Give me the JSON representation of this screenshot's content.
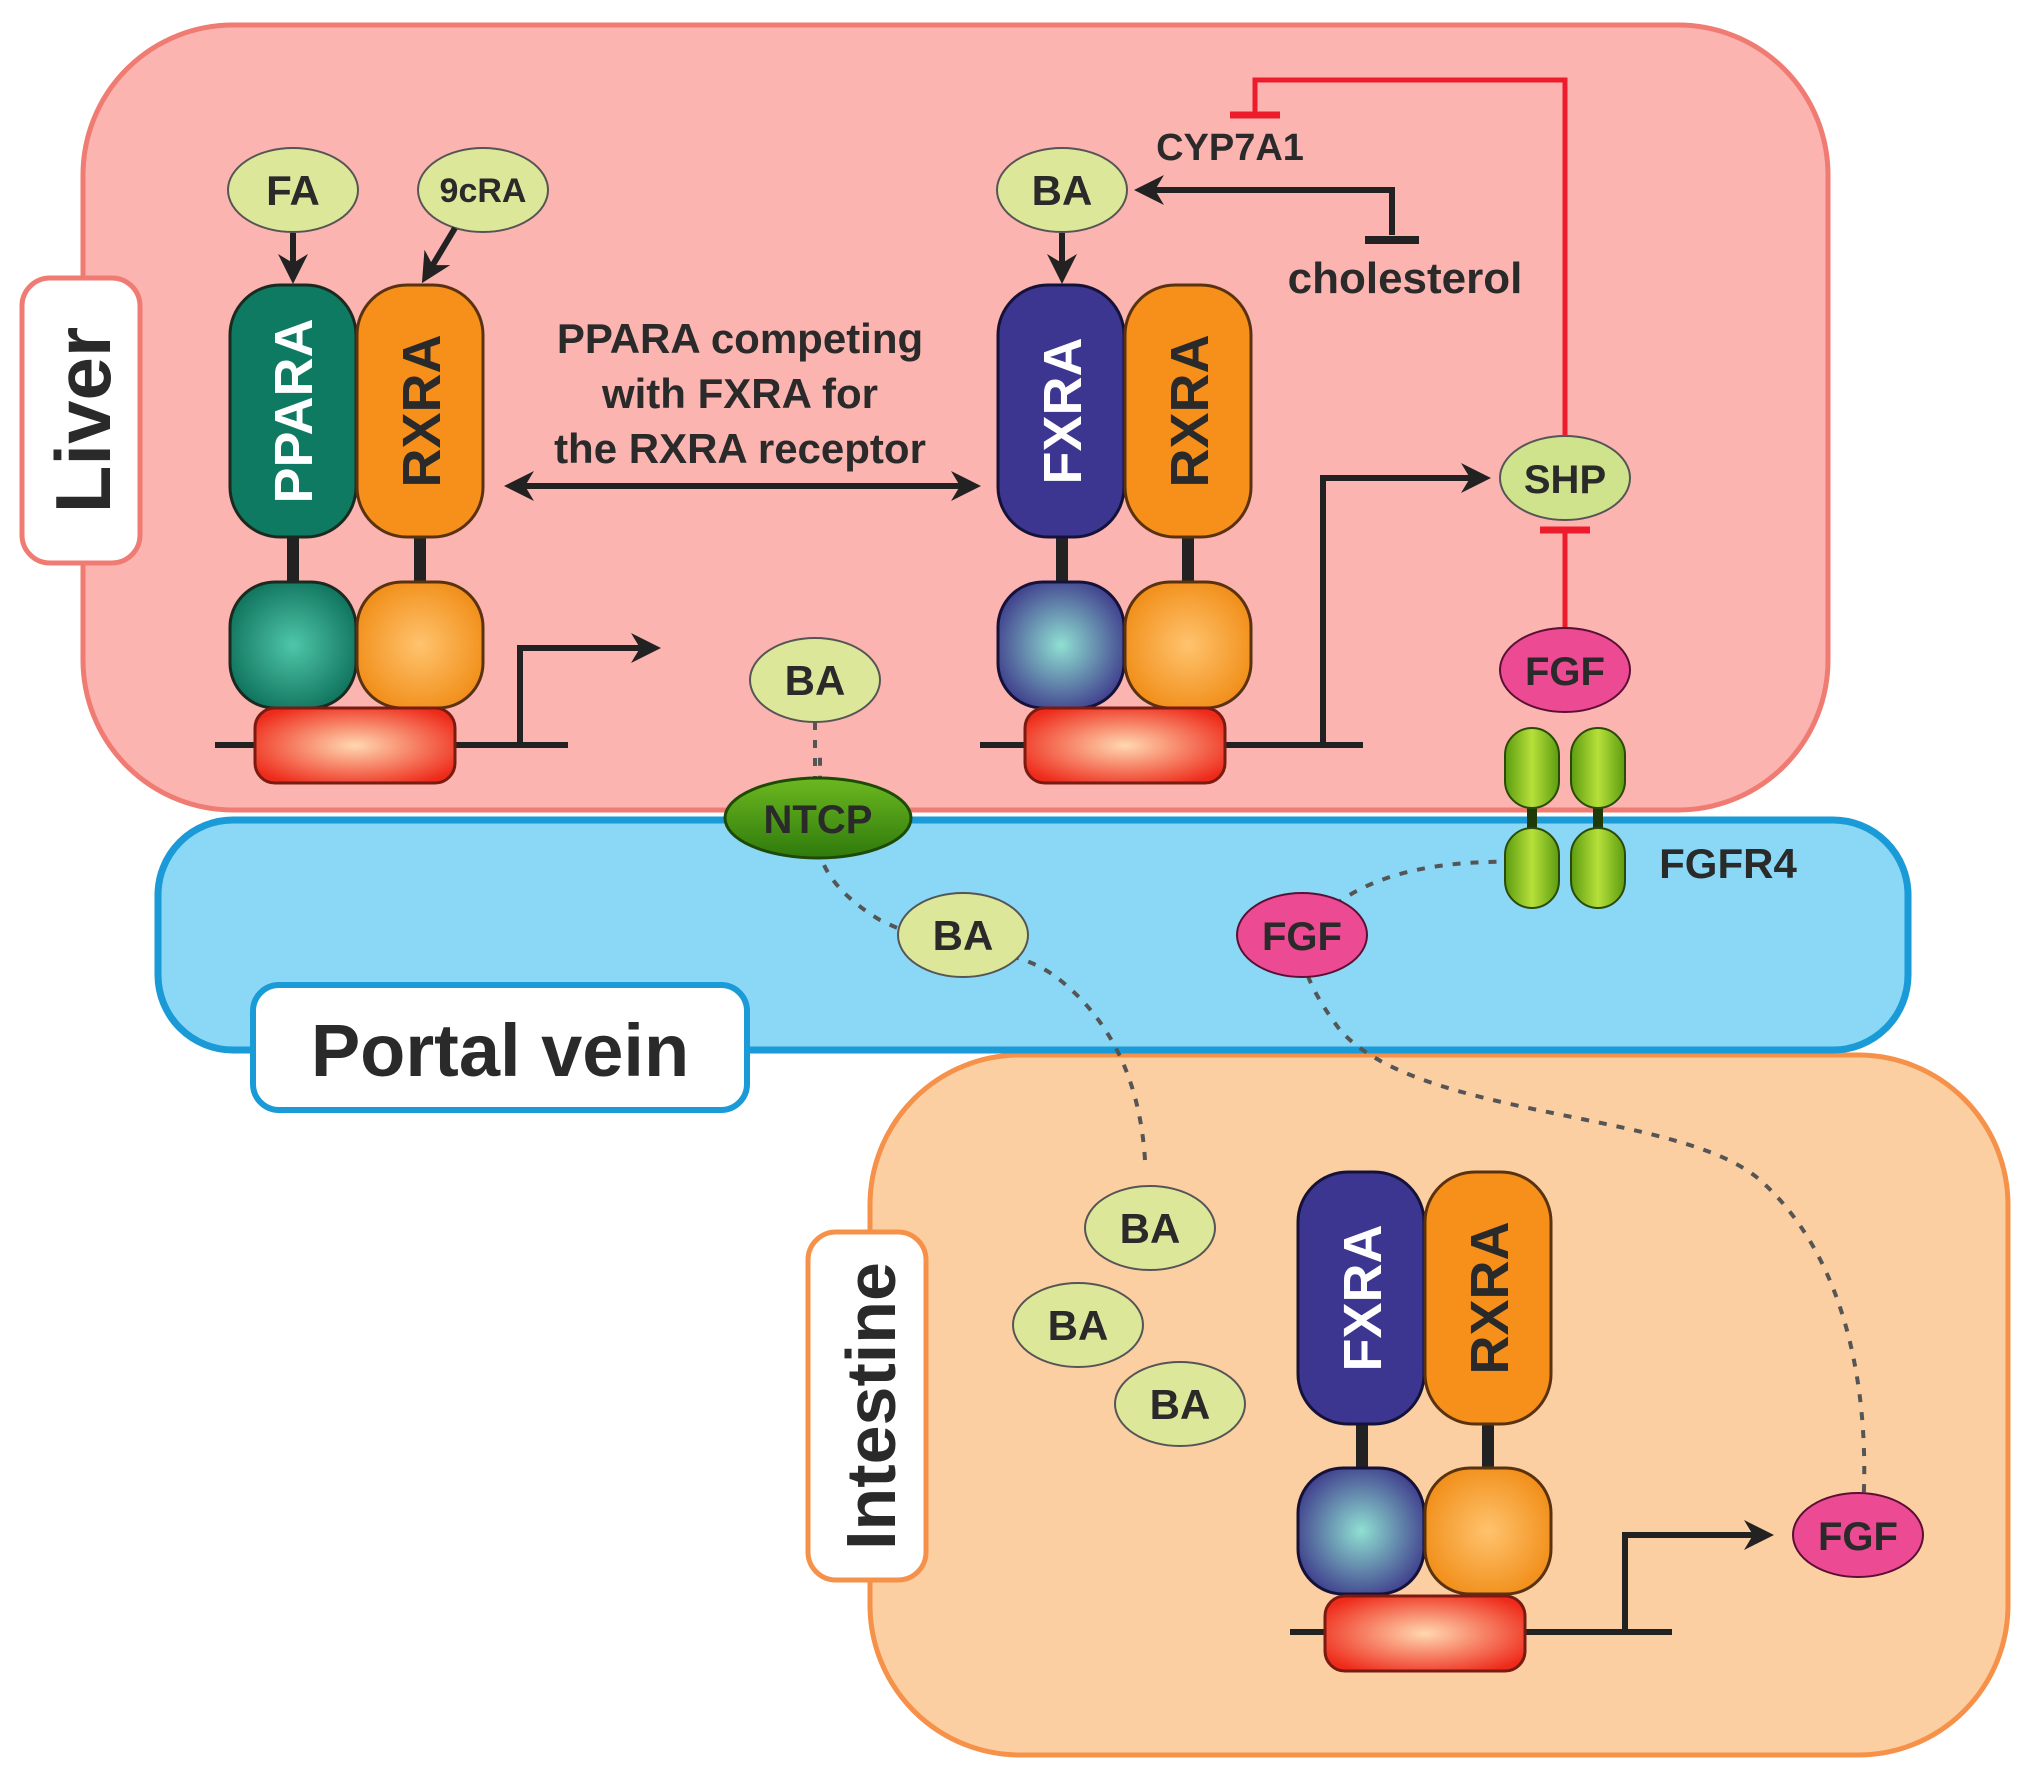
{
  "regions": {
    "liver": "Liver",
    "portal_vein": "Portal vein",
    "intestine": "Intestine"
  },
  "liver": {
    "ligand_fa": "FA",
    "ligand_9cra": "9cRA",
    "ppara": "PPARA",
    "rxra_left": "RXRA",
    "competition_text": [
      "PPARA competing",
      "with FXRA for",
      "the RXRA receptor"
    ],
    "ligand_ba_top": "BA",
    "cyp7a1": "CYP7A1",
    "cholesterol": "cholesterol",
    "fxra": "FXRA",
    "rxra_right": "RXRA",
    "shp": "SHP",
    "fgf": "FGF",
    "ba_free": "BA"
  },
  "membrane": {
    "ntcp": "NTCP",
    "fgfr4": "FGFR4",
    "ba_portal": "BA",
    "fgf_portal": "FGF"
  },
  "intestine": {
    "ba_1": "BA",
    "ba_2": "BA",
    "ba_3": "BA",
    "fxra": "FXRA",
    "rxra": "RXRA",
    "fgf": "FGF"
  },
  "colors": {
    "liver_fill": "#fbb4b0",
    "liver_border": "#f07b72",
    "portal_fill": "#8ad8f6",
    "portal_border": "#1a9ad6",
    "intestine_fill": "#fccfa2",
    "intestine_border": "#f6914a",
    "ligand_green": "#dde79a",
    "ppara_teal": "#0f7a62",
    "rxra_orange": "#f6901a",
    "fxra_purple": "#3d3690",
    "fgf_pink": "#ec4a93",
    "inhibition_red": "#ec1c2c",
    "ntcp_green": "#3f8f12",
    "fgfr4_green": "#8ccc1e"
  }
}
